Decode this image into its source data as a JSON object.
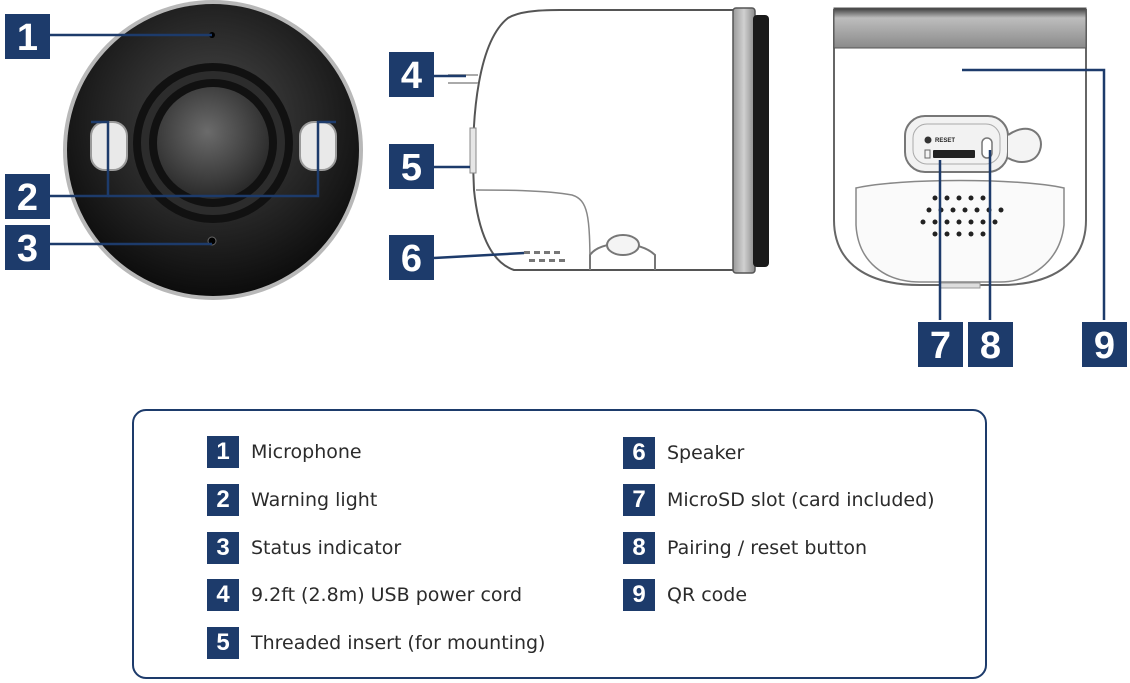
{
  "colors": {
    "badge": "#1d3b6b",
    "border": "#1d3b6b",
    "text": "#2b2b2b"
  },
  "diagram": {
    "callouts": [
      "1",
      "2",
      "3",
      "4",
      "5",
      "6",
      "7",
      "8",
      "9"
    ],
    "reset_text": "RESET"
  },
  "legend": {
    "items": [
      {
        "num": "1",
        "label": "Microphone"
      },
      {
        "num": "2",
        "label": "Warning light"
      },
      {
        "num": "3",
        "label": "Status indicator"
      },
      {
        "num": "4",
        "label": "9.2ft (2.8m) USB power cord"
      },
      {
        "num": "5",
        "label": "Threaded insert (for mounting)"
      },
      {
        "num": "6",
        "label": "Speaker"
      },
      {
        "num": "7",
        "label": "MicroSD slot (card included)"
      },
      {
        "num": "8",
        "label": "Pairing / reset button"
      },
      {
        "num": "9",
        "label": "QR code"
      }
    ]
  }
}
